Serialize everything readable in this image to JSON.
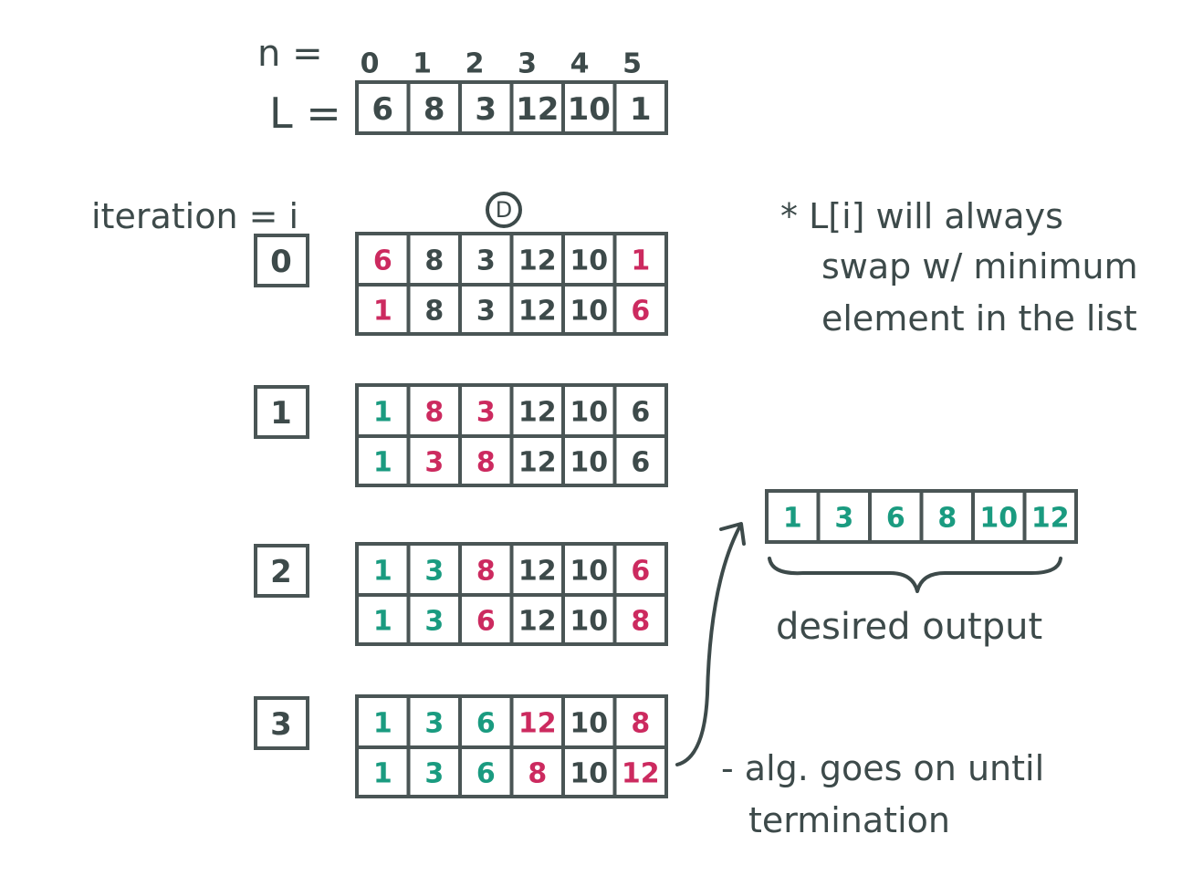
{
  "colors": {
    "ink": "#3d4a4a",
    "grid": "#4a5555",
    "swap": "#cc2a5f",
    "sorted": "#1a9b80"
  },
  "header": {
    "n_label": "n =",
    "l_label": "L =",
    "indices": [
      "0",
      "1",
      "2",
      "3",
      "4",
      "5"
    ],
    "list": [
      "6",
      "8",
      "3",
      "12",
      "10",
      "1"
    ]
  },
  "iteration_label": "iteration = i",
  "circled_marker": "D",
  "note": {
    "line1": "* L[i] will always",
    "line2": "swap w/ minimum",
    "line3": "element in the list"
  },
  "iterations": [
    {
      "label": "0",
      "before": [
        {
          "v": "6",
          "c": "swap"
        },
        {
          "v": "8",
          "c": "ink"
        },
        {
          "v": "3",
          "c": "ink"
        },
        {
          "v": "12",
          "c": "ink"
        },
        {
          "v": "10",
          "c": "ink"
        },
        {
          "v": "1",
          "c": "swap"
        }
      ],
      "after": [
        {
          "v": "1",
          "c": "swap"
        },
        {
          "v": "8",
          "c": "ink"
        },
        {
          "v": "3",
          "c": "ink"
        },
        {
          "v": "12",
          "c": "ink"
        },
        {
          "v": "10",
          "c": "ink"
        },
        {
          "v": "6",
          "c": "swap"
        }
      ]
    },
    {
      "label": "1",
      "before": [
        {
          "v": "1",
          "c": "sorted"
        },
        {
          "v": "8",
          "c": "swap"
        },
        {
          "v": "3",
          "c": "swap"
        },
        {
          "v": "12",
          "c": "ink"
        },
        {
          "v": "10",
          "c": "ink"
        },
        {
          "v": "6",
          "c": "ink"
        }
      ],
      "after": [
        {
          "v": "1",
          "c": "sorted"
        },
        {
          "v": "3",
          "c": "swap"
        },
        {
          "v": "8",
          "c": "swap"
        },
        {
          "v": "12",
          "c": "ink"
        },
        {
          "v": "10",
          "c": "ink"
        },
        {
          "v": "6",
          "c": "ink"
        }
      ]
    },
    {
      "label": "2",
      "before": [
        {
          "v": "1",
          "c": "sorted"
        },
        {
          "v": "3",
          "c": "sorted"
        },
        {
          "v": "8",
          "c": "swap"
        },
        {
          "v": "12",
          "c": "ink"
        },
        {
          "v": "10",
          "c": "ink"
        },
        {
          "v": "6",
          "c": "swap"
        }
      ],
      "after": [
        {
          "v": "1",
          "c": "sorted"
        },
        {
          "v": "3",
          "c": "sorted"
        },
        {
          "v": "6",
          "c": "swap"
        },
        {
          "v": "12",
          "c": "ink"
        },
        {
          "v": "10",
          "c": "ink"
        },
        {
          "v": "8",
          "c": "swap"
        }
      ]
    },
    {
      "label": "3",
      "before": [
        {
          "v": "1",
          "c": "sorted"
        },
        {
          "v": "3",
          "c": "sorted"
        },
        {
          "v": "6",
          "c": "sorted"
        },
        {
          "v": "12",
          "c": "swap"
        },
        {
          "v": "10",
          "c": "ink"
        },
        {
          "v": "8",
          "c": "swap"
        }
      ],
      "after": [
        {
          "v": "1",
          "c": "sorted"
        },
        {
          "v": "3",
          "c": "sorted"
        },
        {
          "v": "6",
          "c": "sorted"
        },
        {
          "v": "8",
          "c": "swap"
        },
        {
          "v": "10",
          "c": "ink"
        },
        {
          "v": "12",
          "c": "swap"
        }
      ]
    }
  ],
  "output": {
    "values": [
      "1",
      "3",
      "6",
      "8",
      "10",
      "12"
    ],
    "label": "desired output"
  },
  "termination_note": {
    "line1": "- alg. goes on until",
    "line2": "termination"
  }
}
